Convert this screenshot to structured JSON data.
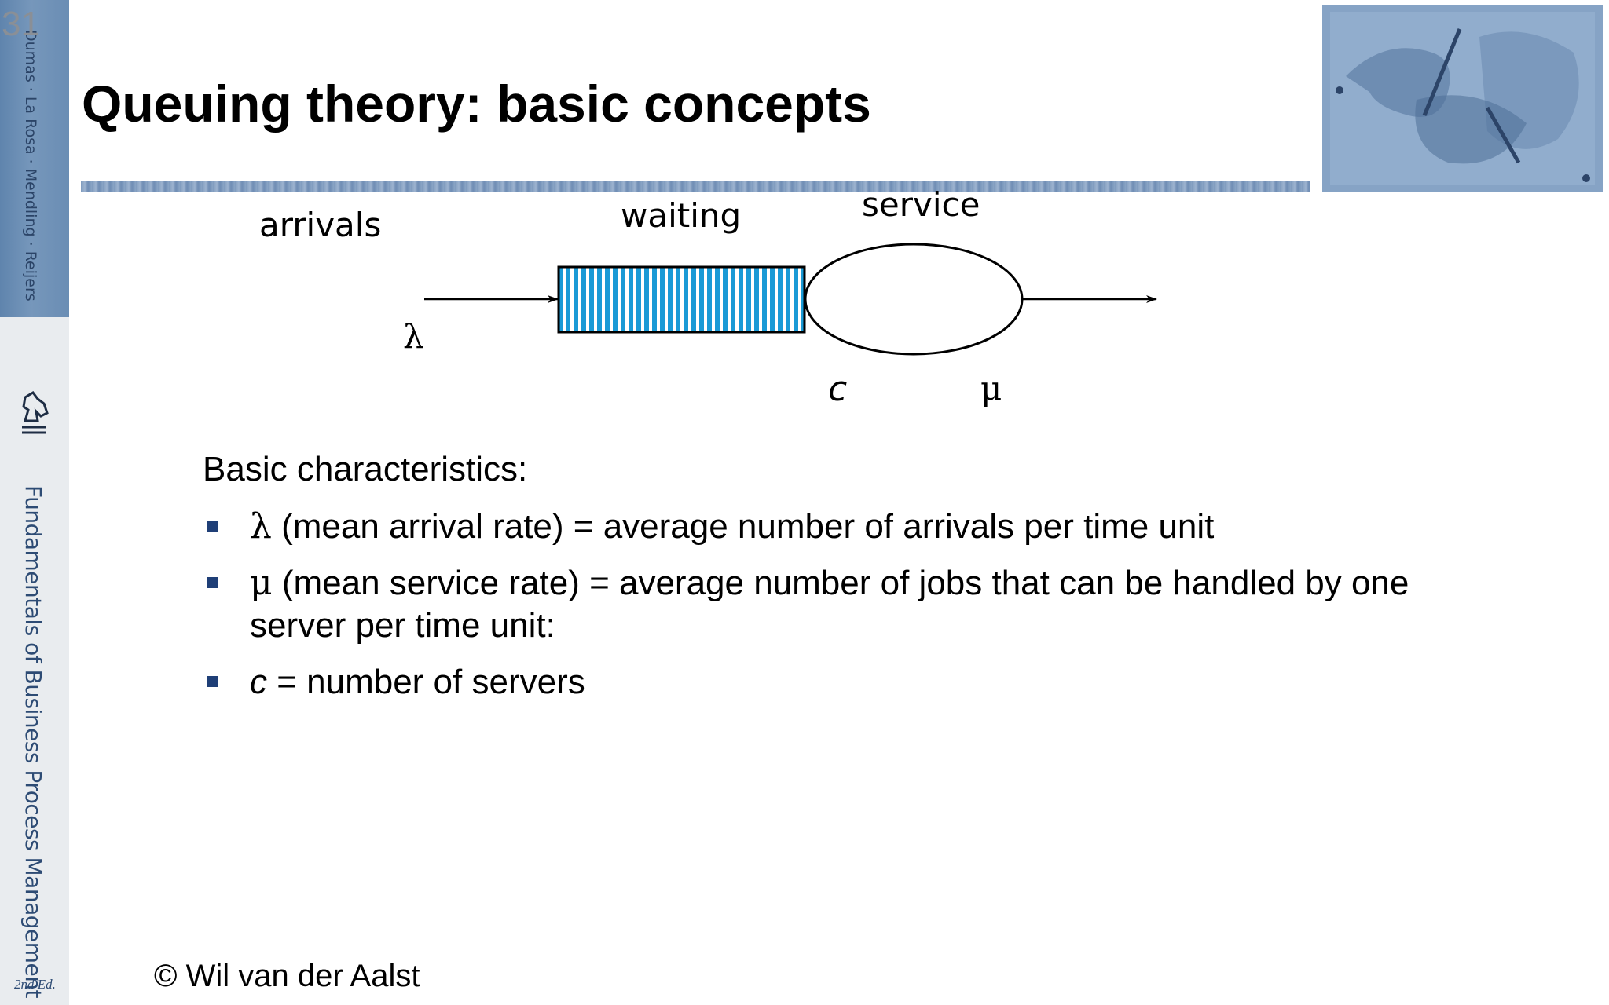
{
  "slide_number": "31",
  "sidebar": {
    "authors": "Dumas · La Rosa · Mendling · Reijers",
    "book_title": "Fundamentals of Business Process Management",
    "edition": "2nd Ed."
  },
  "title": "Queuing theory: basic concepts",
  "diagram": {
    "arrivals_label": "arrivals",
    "waiting_label": "waiting",
    "service_label": "service",
    "lambda_symbol": "λ",
    "c_symbol": "c",
    "mu_symbol": "μ",
    "queue_fill_color": "#1a9ad6"
  },
  "content": {
    "subtitle": "Basic characteristics:",
    "bullets": [
      {
        "symbol": "λ",
        "text": " (mean arrival rate) = average number of arrivals per time unit"
      },
      {
        "symbol": "μ",
        "text": " (mean service rate) = average number of jobs  that can be handled by one server per time unit:"
      },
      {
        "symbol": "c",
        "text": " = number of servers"
      }
    ]
  },
  "footer": {
    "copyright": "© Wil van der Aalst"
  },
  "colors": {
    "bullet": "#1f3f77",
    "rule": "#7f9bbe",
    "spine": "#6a8db4"
  }
}
